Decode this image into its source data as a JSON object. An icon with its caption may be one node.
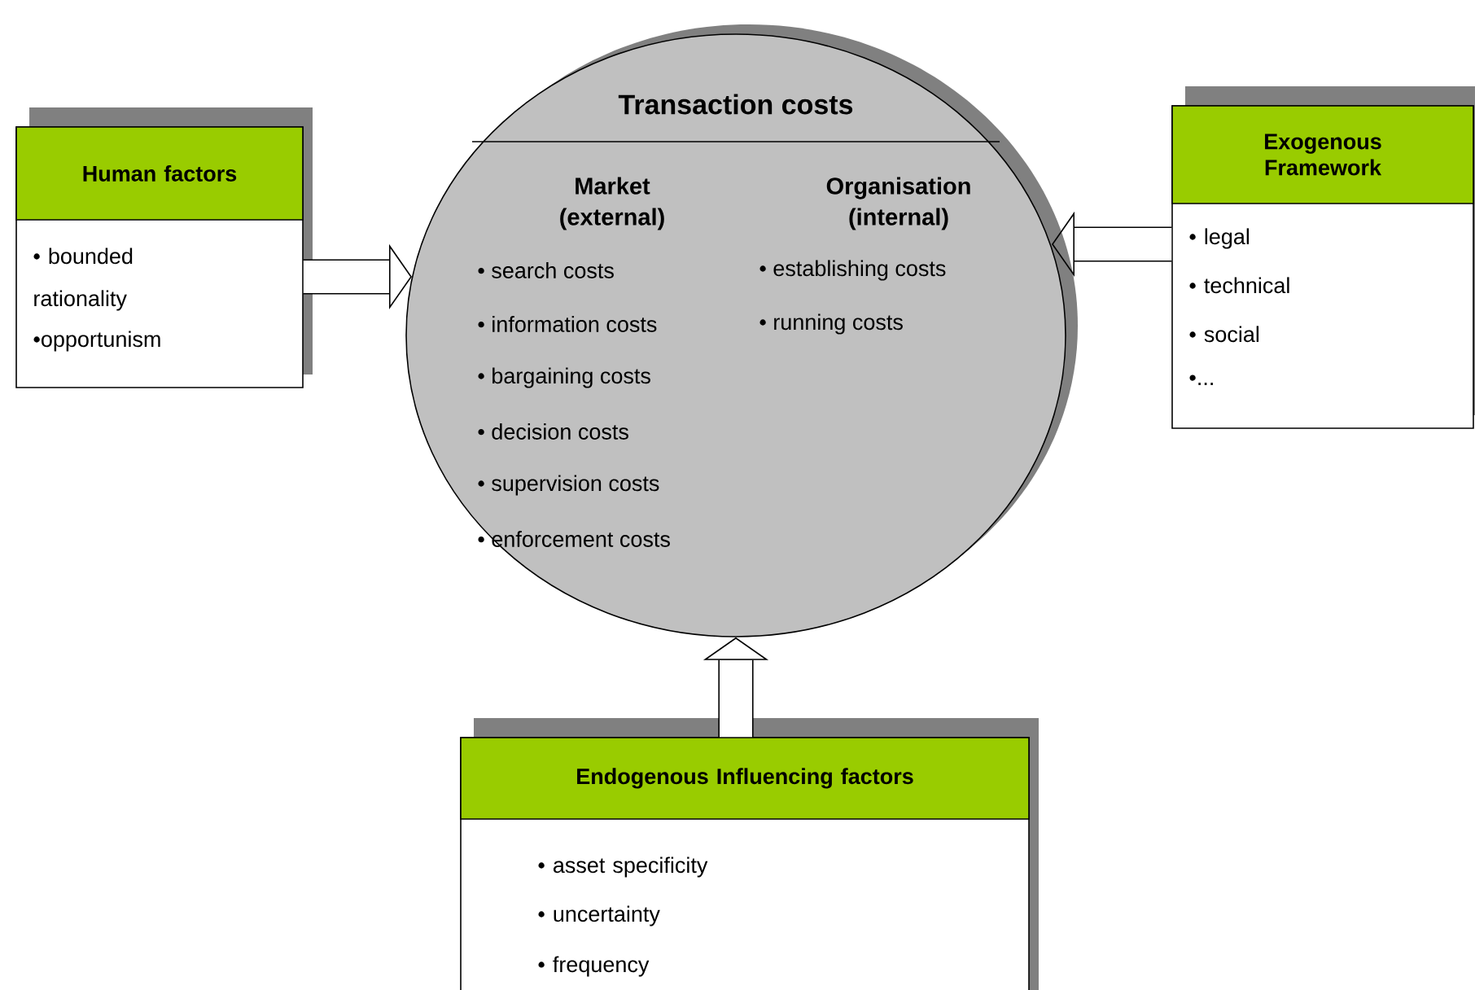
{
  "diagram": {
    "nodes": [
      {
        "text": [
          "Human factors",
          "• bounded rationality",
          "•opportunism"
        ]
      },
      {
        "text": [
          "Transaction costs",
          "Market (external)",
          "Organisation (internal)",
          "• search costs",
          "• information costs",
          "• bargaining costs",
          "• decision costs",
          "• supervision costs",
          "• enforcement costs",
          "• establishing costs",
          "• running costs"
        ]
      },
      {
        "text": [
          "Exogenous Framework",
          "• legal",
          "• technical",
          "• social",
          "•..."
        ]
      },
      {
        "text": [
          "Endogenous Influencing factors",
          "• asset specificity",
          "• uncertainty",
          "• frequency"
        ]
      }
    ],
    "edges": [
      {
        "from": 0,
        "to": 1,
        "arrow": "to"
      },
      {
        "from": 2,
        "to": 1,
        "arrow": "to"
      },
      {
        "from": 3,
        "to": 1,
        "arrow": "to"
      }
    ]
  }
}
